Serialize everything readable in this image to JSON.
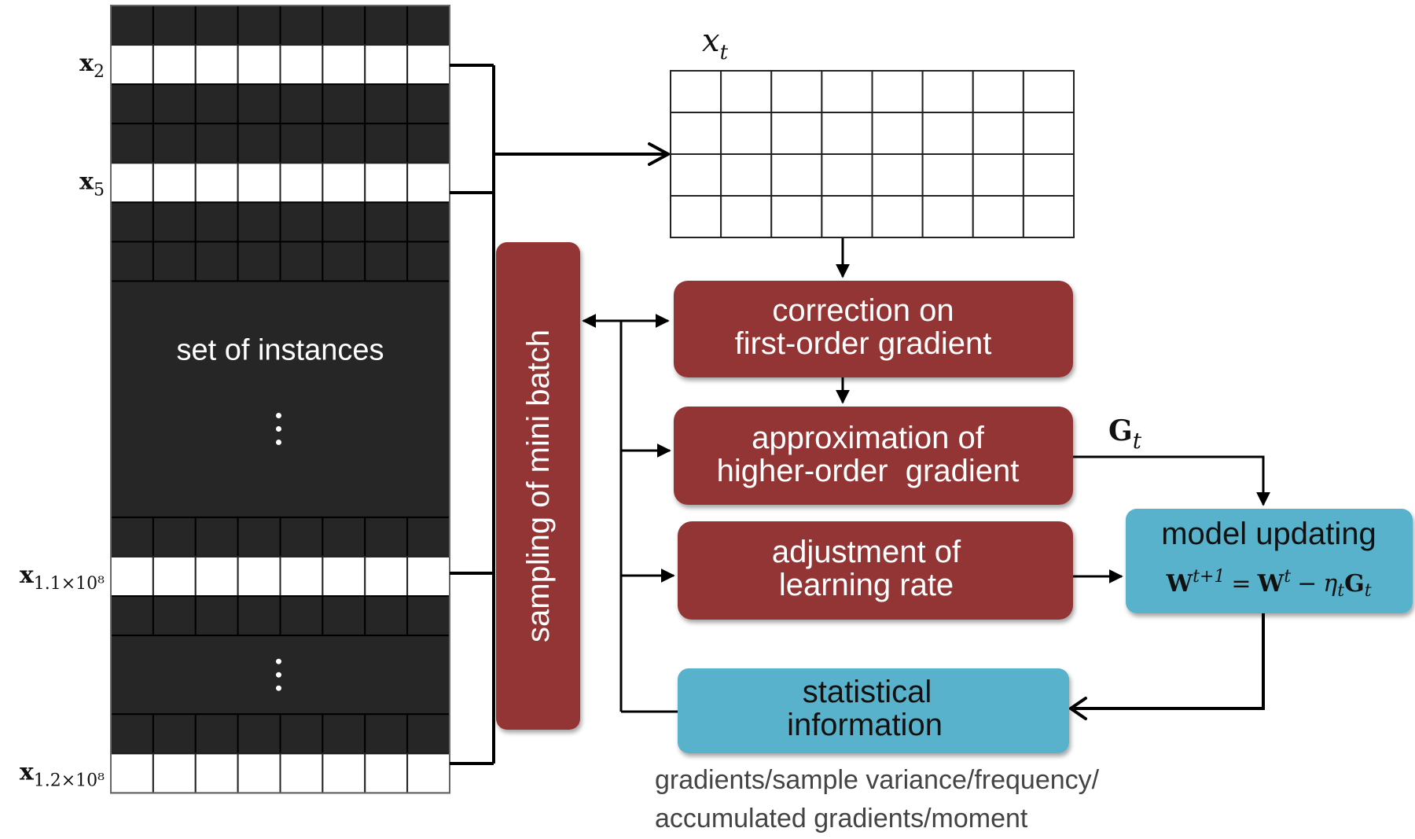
{
  "instance_set": {
    "label": "set of instances",
    "ellipsis": "⋮",
    "columns": 8,
    "rows": [
      {
        "kind": "dark"
      },
      {
        "kind": "selected",
        "label_base": "x",
        "label_sub": "2"
      },
      {
        "kind": "dark"
      },
      {
        "kind": "dark"
      },
      {
        "kind": "selected",
        "label_base": "x",
        "label_sub": "5"
      },
      {
        "kind": "dark"
      },
      {
        "kind": "dark"
      },
      {
        "kind": "block",
        "span": 6,
        "text": "set of instances",
        "ellipsis": true
      },
      {
        "kind": "dark"
      },
      {
        "kind": "selected",
        "label_base": "x",
        "label_sub": "1.1×10⁸"
      },
      {
        "kind": "dark"
      },
      {
        "kind": "block",
        "span": 2,
        "ellipsis": true
      },
      {
        "kind": "dark"
      },
      {
        "kind": "selected",
        "label_base": "x",
        "label_sub": "1.2×10⁸"
      }
    ]
  },
  "minibatch_matrix": {
    "label_base": "x",
    "label_sub": "t",
    "columns": 8,
    "rows": 4
  },
  "sampling_box": {
    "label": "sampling of mini batch"
  },
  "process_boxes": [
    {
      "id": "correction",
      "lines": [
        "correction on",
        "first-order gradient"
      ]
    },
    {
      "id": "approximation",
      "lines": [
        "approximation of",
        "higher-order  gradient"
      ]
    },
    {
      "id": "adjustment",
      "lines": [
        "adjustment of",
        "learning rate"
      ]
    }
  ],
  "gradient_label": {
    "base": "G",
    "sub": "t"
  },
  "model_box": {
    "title": "model updating",
    "formula": "W^{t+1} = W^t − η_t G_t",
    "formula_parts": {
      "lhs": "W",
      "lhs_sup": "t+1",
      "eq": "=",
      "rhs1": "W",
      "rhs1_sup": "t",
      "minus": "−",
      "eta": "η",
      "eta_sub": "t",
      "g": "G",
      "g_sub": "t"
    }
  },
  "stats_box": {
    "lines": [
      "statistical",
      "information"
    ],
    "caption_lines": [
      "gradients/sample variance/frequency/",
      "accumulated gradients/moment"
    ]
  },
  "colors": {
    "dark_cell": "#262626",
    "red_box": "#943434",
    "blue_box": "#58B2CB",
    "line": "#000000",
    "caption": "#444444"
  }
}
